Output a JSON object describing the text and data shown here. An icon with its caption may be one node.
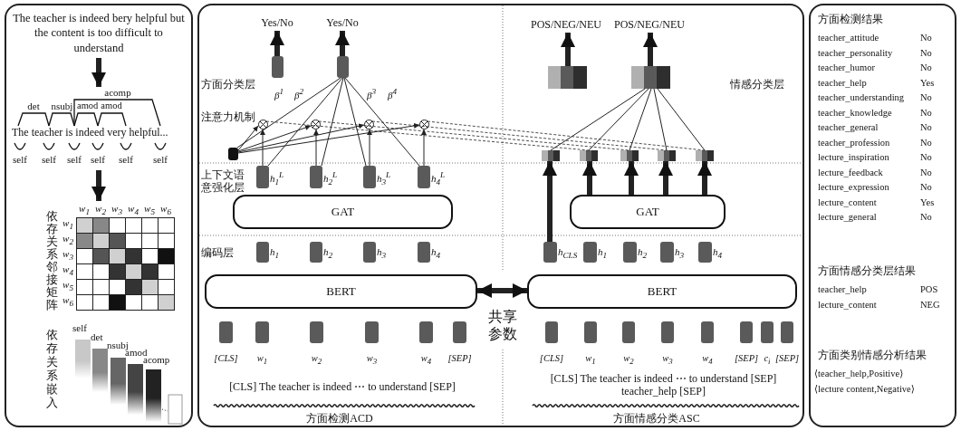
{
  "diagram": {
    "nodes": [
      {
        "text": [],
        "shape": "box"
      },
      {
        "text": [
          "The teacher is indeed bery helpful but the content is too difficult to understand"
        ],
        "in": 0
      },
      {
        "text": [
          "The teacher is indeed very helpful..."
        ],
        "in": 0
      },
      {
        "text": [
          "依存关系邻接矩阵"
        ],
        "in": 0
      },
      {
        "text": [
          "依存关系嵌入"
        ],
        "in": 0
      },
      {
        "text": [],
        "shape": "box"
      },
      {
        "text": [
          "Yes/No"
        ],
        "in": 5
      },
      {
        "text": [
          "Yes/No"
        ],
        "in": 5
      },
      {
        "text": [],
        "shape": "bar",
        "in": 5
      },
      {
        "text": [],
        "shape": "bar",
        "in": 5
      },
      {
        "text": [],
        "shape": "bar",
        "in": 5
      },
      {
        "text": [],
        "shape": "circle",
        "in": 5
      },
      {
        "text": [],
        "shape": "circle",
        "in": 5
      },
      {
        "text": [],
        "shape": "circle",
        "in": 5
      },
      {
        "text": [],
        "shape": "circle",
        "in": 5
      },
      {
        "text": [],
        "shape": "bar",
        "in": 5,
        "beside": [
          "h$_{1}$$^{L}$"
        ]
      },
      {
        "text": [],
        "shape": "bar",
        "in": 5,
        "beside": [
          "h$_{2}$$^{L}$"
        ]
      },
      {
        "text": [],
        "shape": "bar",
        "in": 5,
        "beside": [
          "h$_{3}$$^{L}$"
        ]
      },
      {
        "text": [],
        "shape": "bar",
        "in": 5,
        "beside": [
          "h$_{4}$$^{L}$"
        ]
      },
      {
        "text": [
          "GAT"
        ],
        "in": 5
      },
      {
        "text": [],
        "shape": "bar",
        "in": 5,
        "beside": [
          "h$_{1}$"
        ]
      },
      {
        "text": [],
        "shape": "bar",
        "in": 5,
        "beside": [
          "h$_{2}$"
        ]
      },
      {
        "text": [],
        "shape": "bar",
        "in": 5,
        "beside": [
          "h$_{3}$"
        ]
      },
      {
        "text": [],
        "shape": "bar",
        "in": 5,
        "beside": [
          "h$_{4}$"
        ]
      },
      {
        "text": [
          "BERT"
        ],
        "in": 5
      },
      {
        "text": [],
        "shape": "bar",
        "in": 5,
        "beside": [
          "[CLS]"
        ]
      },
      {
        "text": [],
        "shape": "bar",
        "in": 5,
        "beside": [
          "w$_{1}$"
        ]
      },
      {
        "text": [],
        "shape": "bar",
        "in": 5,
        "beside": [
          "w$_{2}$"
        ]
      },
      {
        "text": [],
        "shape": "bar",
        "in": 5,
        "beside": [
          "w$_{3}$"
        ]
      },
      {
        "text": [],
        "shape": "bar",
        "in": 5,
        "beside": [
          "w$_{4}$"
        ]
      },
      {
        "text": [],
        "shape": "bar",
        "in": 5,
        "beside": [
          "[SEP]"
        ]
      },
      {
        "text": [
          "POS/NEG/NEU"
        ],
        "in": 5
      },
      {
        "text": [
          "POS/NEG/NEU"
        ],
        "in": 5
      },
      {
        "text": [],
        "shape": "bar",
        "in": 5
      },
      {
        "text": [],
        "shape": "bar",
        "in": 5
      },
      {
        "text": [],
        "shape": "bar",
        "in": 5
      },
      {
        "text": [],
        "shape": "bar",
        "in": 5
      },
      {
        "text": [],
        "shape": "bar",
        "in": 5
      },
      {
        "text": [],
        "shape": "bar",
        "in": 5
      },
      {
        "text": [],
        "shape": "bar",
        "in": 5
      },
      {
        "text": [
          "GAT"
        ],
        "in": 5
      },
      {
        "text": [],
        "shape": "bar",
        "in": 5,
        "beside": [
          "h$_{CLS}$"
        ]
      },
      {
        "text": [],
        "shape": "bar",
        "in": 5,
        "beside": [
          "h$_{1}$"
        ]
      },
      {
        "text": [],
        "shape": "bar",
        "in": 5,
        "beside": [
          "h$_{2}$"
        ]
      },
      {
        "text": [],
        "shape": "bar",
        "in": 5,
        "beside": [
          "h$_{3}$"
        ]
      },
      {
        "text": [],
        "shape": "bar",
        "in": 5,
        "beside": [
          "h$_{4}$"
        ]
      },
      {
        "text": [
          "BERT"
        ],
        "in": 5
      },
      {
        "text": [],
        "shape": "bar",
        "in": 5,
        "beside": [
          "[CLS]"
        ]
      },
      {
        "text": [],
        "shape": "bar",
        "in": 5,
        "beside": [
          "w$_{1}$"
        ]
      },
      {
        "text": [],
        "shape": "bar",
        "in": 5,
        "beside": [
          "w$_{2}$"
        ]
      },
      {
        "text": [],
        "shape": "bar",
        "in": 5,
        "beside": [
          "w$_{3}$"
        ]
      },
      {
        "text": [],
        "shape": "bar",
        "in": 5,
        "beside": [
          "w$_{4}$"
        ]
      },
      {
        "text": [],
        "shape": "bar",
        "in": 5,
        "beside": [
          "[SEP]"
        ]
      },
      {
        "text": [],
        "shape": "bar",
        "in": 5,
        "beside": [
          "c$_{i}$"
        ]
      },
      {
        "text": [],
        "shape": "bar",
        "in": 5,
        "beside": [
          "[SEP]"
        ]
      },
      {
        "text": [],
        "shape": "box"
      }
    ],
    "edges": [
      {
        "from": 1,
        "to": 2,
        "arrow": "to",
        "style": "thick"
      },
      {
        "from": 2,
        "to": 3,
        "arrow": "to",
        "style": "thick"
      },
      {
        "from": 8,
        "to": 6,
        "arrow": "to",
        "style": "thick"
      },
      {
        "from": 9,
        "to": 7,
        "arrow": "to",
        "style": "thick"
      },
      {
        "from": 9,
        "to": 10,
        "arrow": "none"
      },
      {
        "from": 9,
        "to": 15,
        "arrow": "none"
      },
      {
        "from": 9,
        "to": 16,
        "arrow": "none"
      },
      {
        "from": 9,
        "to": 17,
        "arrow": "none"
      },
      {
        "from": 9,
        "to": 18,
        "arrow": "none"
      },
      {
        "from": 10,
        "to": 11,
        "arrow": "to"
      },
      {
        "from": 10,
        "to": 12,
        "arrow": "to"
      },
      {
        "from": 10,
        "to": 13,
        "arrow": "to"
      },
      {
        "from": 10,
        "to": 14,
        "arrow": "to"
      },
      {
        "from": 15,
        "to": 11,
        "arrow": "to"
      },
      {
        "from": 16,
        "to": 12,
        "arrow": "to"
      },
      {
        "from": 17,
        "to": 13,
        "arrow": "to"
      },
      {
        "from": 18,
        "to": 14,
        "arrow": "to"
      },
      {
        "from": 11,
        "to": 36,
        "arrow": "none",
        "style": "dashed"
      },
      {
        "from": 12,
        "to": 37,
        "arrow": "none",
        "style": "dashed"
      },
      {
        "from": 13,
        "to": 38,
        "arrow": "none",
        "style": "dashed"
      },
      {
        "from": 14,
        "to": 39,
        "arrow": "none",
        "style": "dashed"
      },
      {
        "from": 24,
        "to": 46,
        "arrow": "both",
        "style": "thick",
        "label": "共享参数"
      },
      {
        "from": 33,
        "to": 31,
        "arrow": "to",
        "style": "thick"
      },
      {
        "from": 34,
        "to": 32,
        "arrow": "to",
        "style": "thick"
      },
      {
        "from": 35,
        "to": 34,
        "arrow": "none"
      },
      {
        "from": 36,
        "to": 34,
        "arrow": "none"
      },
      {
        "from": 37,
        "to": 34,
        "arrow": "none"
      },
      {
        "from": 38,
        "to": 34,
        "arrow": "none"
      },
      {
        "from": 39,
        "to": 34,
        "arrow": "none"
      },
      {
        "from": 41,
        "to": 35,
        "arrow": "to",
        "style": "thick"
      },
      {
        "from": 40,
        "to": 36,
        "arrow": "to",
        "style": "thick"
      },
      {
        "from": 40,
        "to": 37,
        "arrow": "to",
        "style": "thick"
      },
      {
        "from": 40,
        "to": 38,
        "arrow": "to",
        "style": "thick"
      },
      {
        "from": 40,
        "to": 39,
        "arrow": "to",
        "style": "thick"
      }
    ],
    "labels": [
      "acomp",
      "det",
      "nsubj",
      "amod",
      "amod",
      "self",
      "self",
      "self",
      "self",
      "self",
      "self",
      "w$_{1}$",
      "w$_{2}$",
      "w$_{3}$",
      "w$_{4}$",
      "w$_{5}$",
      "w$_{6}$",
      "w$_{1}$",
      "w$_{2}$",
      "w$_{3}$",
      "w$_{4}$",
      "w$_{5}$",
      "w$_{6}$",
      "self",
      "det",
      "nsubj",
      "amod",
      "acomp",
      "方面分类层",
      "注意力机制",
      "上下文语意强化层",
      "β$^{1}$",
      "β$^{2}$",
      "β$^{3}$",
      "β$^{4}$",
      "编码层",
      "[CLS] The teacher is indeed ⋯ to understand [SEP]",
      "方面检测ACD",
      "情感分类层",
      "[CLS] The teacher is indeed ⋯ to understand [SEP] teacher_help [SEP]",
      "方面情感分类ASC",
      "方面检测结果",
      "teacher_attitude",
      "No",
      "teacher_personality",
      "No",
      "teacher_humor",
      "No",
      "teacher_help",
      "Yes",
      "teacher_understanding",
      "No",
      "teacher_knowledge",
      "No",
      "teacher_general",
      "No",
      "teacher_profession",
      "No",
      "lecture_inspiration",
      "No",
      "lecture_feedback",
      "No",
      "lecture_expression",
      "No",
      "lecture_content",
      "Yes",
      "lecture_general",
      "No",
      "方面情感分类层结果",
      "teacher_help",
      "POS",
      "lecture_content",
      "NEG",
      "方面类别情感分析结果",
      "⟨teacher_help,Positive⟩",
      "⟨lecture content,Negative⟩"
    ]
  }
}
